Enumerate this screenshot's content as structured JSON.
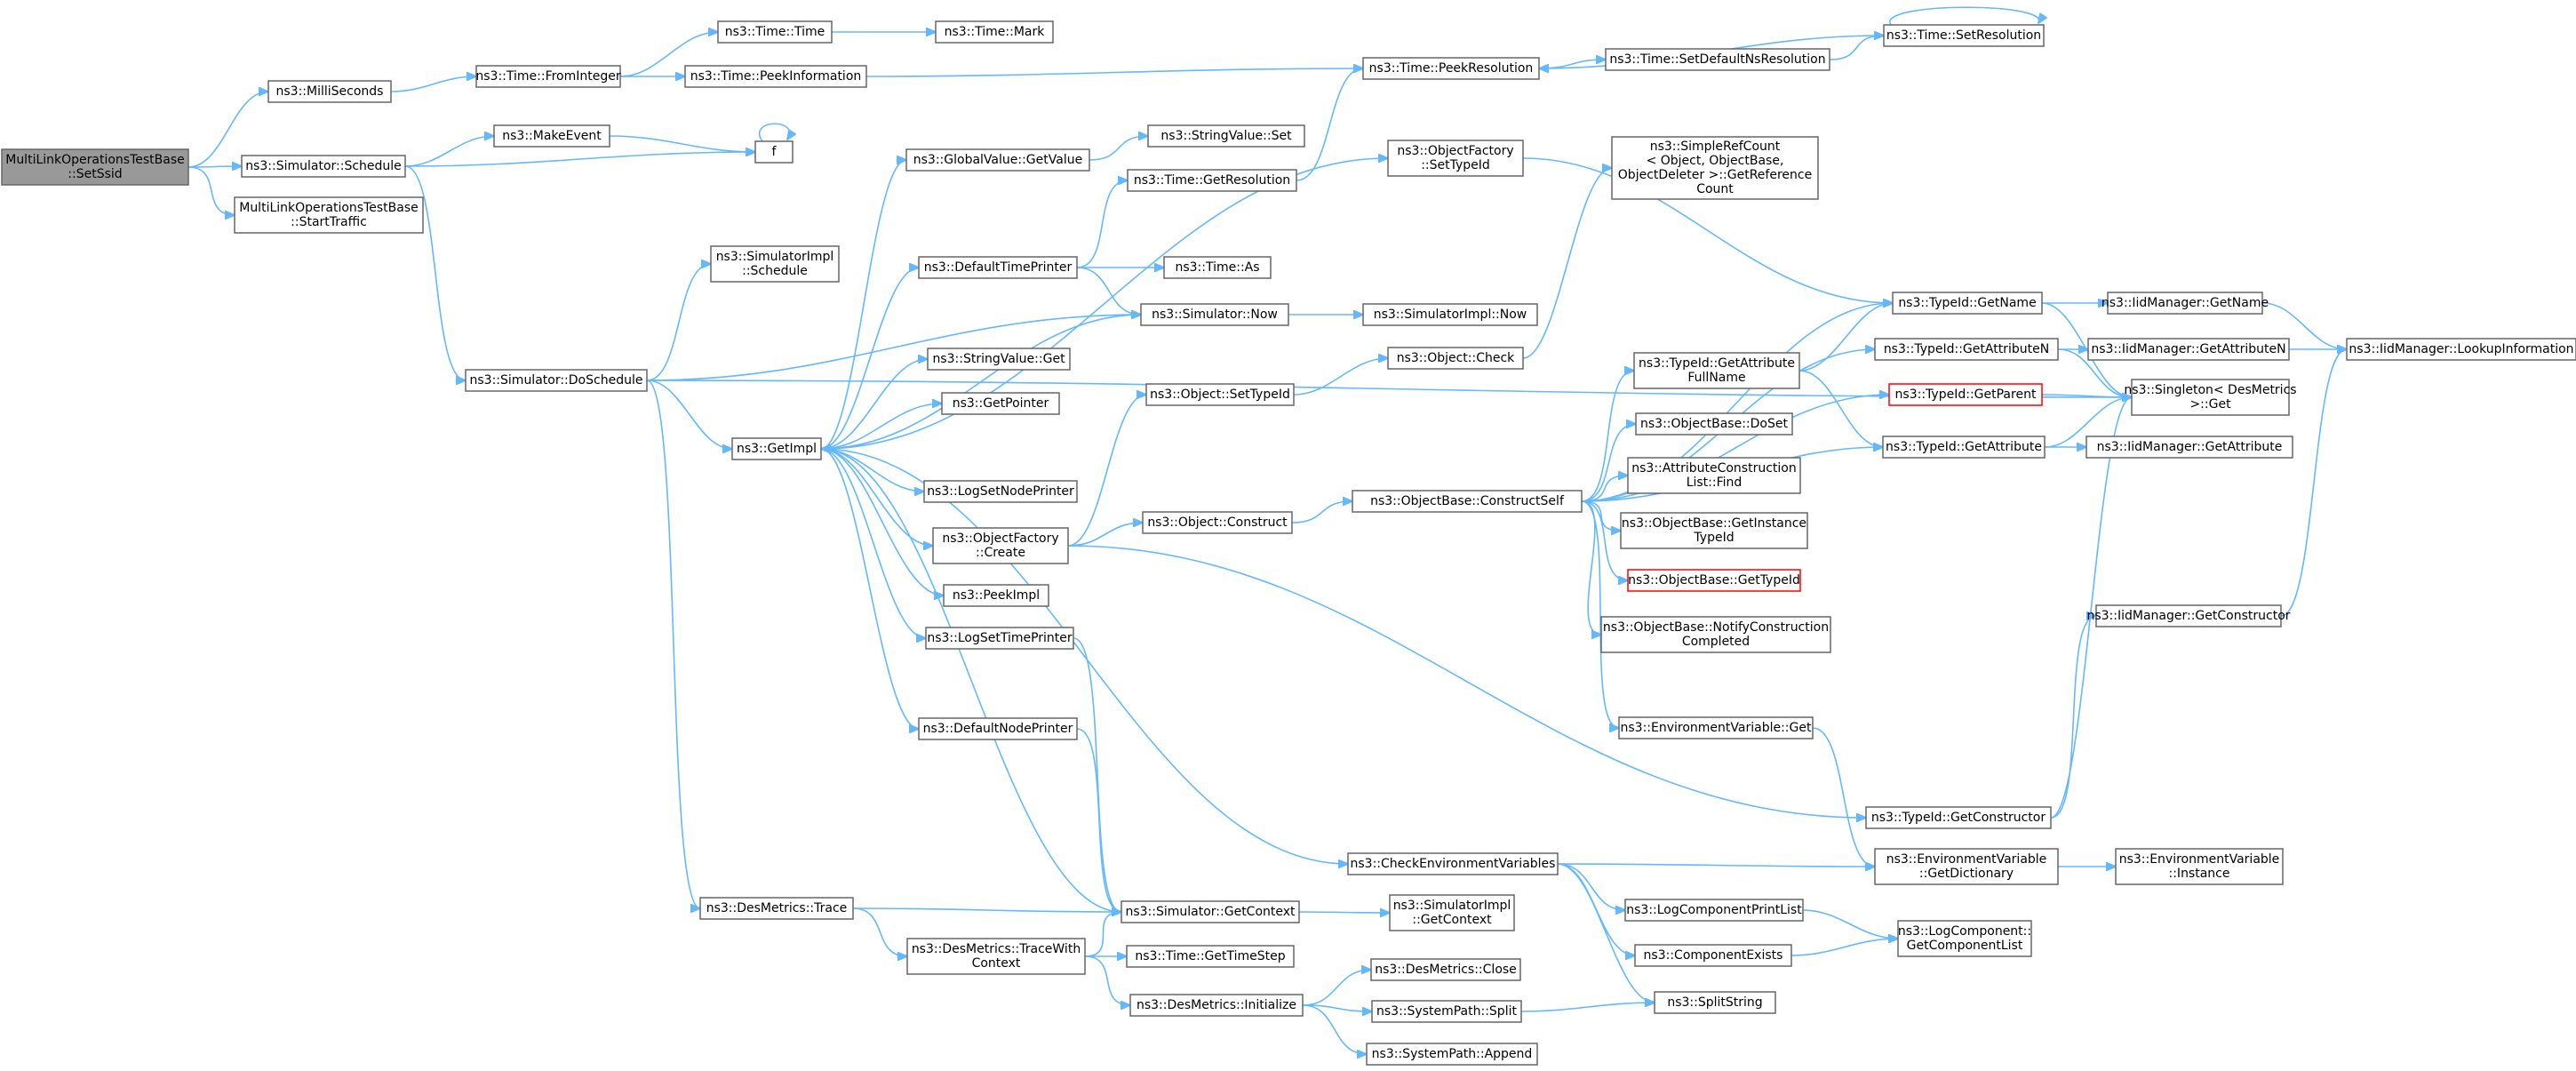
{
  "colors": {
    "edge": "#63b8ff",
    "node_border": "#666666",
    "root_fill": "#999999",
    "highlight_border": "#ff0000"
  },
  "nodes": [
    {
      "id": "setssid",
      "lines": [
        "MultiLinkOperationsTestBase",
        "::SetSsid"
      ],
      "root": true
    },
    {
      "id": "milliseconds",
      "lines": [
        "ns3::MilliSeconds"
      ]
    },
    {
      "id": "schedule",
      "lines": [
        "ns3::Simulator::Schedule"
      ]
    },
    {
      "id": "starttraffic",
      "lines": [
        "MultiLinkOperationsTestBase",
        "::StartTraffic"
      ]
    },
    {
      "id": "frominteger",
      "lines": [
        "ns3::Time::FromInteger"
      ]
    },
    {
      "id": "timetime",
      "lines": [
        "ns3::Time::Time"
      ]
    },
    {
      "id": "timemark",
      "lines": [
        "ns3::Time::Mark"
      ]
    },
    {
      "id": "peekinformation",
      "lines": [
        "ns3::Time::PeekInformation"
      ]
    },
    {
      "id": "peekresolution",
      "lines": [
        "ns3::Time::PeekResolution"
      ]
    },
    {
      "id": "setdefaultns",
      "lines": [
        "ns3::Time::SetDefaultNsResolution"
      ]
    },
    {
      "id": "setresolution",
      "lines": [
        "ns3::Time::SetResolution"
      ]
    },
    {
      "id": "makeevent",
      "lines": [
        "ns3::MakeEvent"
      ]
    },
    {
      "id": "f",
      "lines": [
        "f"
      ]
    },
    {
      "id": "globalvalueget",
      "lines": [
        "ns3::GlobalValue::GetValue"
      ]
    },
    {
      "id": "stringvalueset",
      "lines": [
        "ns3::StringValue::Set"
      ]
    },
    {
      "id": "getresolution",
      "lines": [
        "ns3::Time::GetResolution"
      ]
    },
    {
      "id": "objfactsettypeid",
      "lines": [
        "ns3::ObjectFactory",
        "::SetTypeId"
      ]
    },
    {
      "id": "simrefcount",
      "lines": [
        "ns3::SimpleRefCount",
        "< Object, ObjectBase,",
        "ObjectDeleter >::GetReference",
        "Count"
      ]
    },
    {
      "id": "simimplschedule",
      "lines": [
        "ns3::SimulatorImpl",
        "::Schedule"
      ]
    },
    {
      "id": "defaulttimeprinter",
      "lines": [
        "ns3::DefaultTimePrinter"
      ]
    },
    {
      "id": "timeas",
      "lines": [
        "ns3::Time::As"
      ]
    },
    {
      "id": "simnow",
      "lines": [
        "ns3::Simulator::Now"
      ]
    },
    {
      "id": "simimplnow",
      "lines": [
        "ns3::SimulatorImpl::Now"
      ]
    },
    {
      "id": "typeidgetname",
      "lines": [
        "ns3::TypeId::GetName"
      ]
    },
    {
      "id": "iidgetname",
      "lines": [
        "ns3::IidManager::GetName"
      ]
    },
    {
      "id": "doschedule",
      "lines": [
        "ns3::Simulator::DoSchedule"
      ]
    },
    {
      "id": "stringvalueget",
      "lines": [
        "ns3::StringValue::Get"
      ]
    },
    {
      "id": "objectcheck",
      "lines": [
        "ns3::Object::Check"
      ]
    },
    {
      "id": "getattrfullname",
      "lines": [
        "ns3::TypeId::GetAttribute",
        "FullName"
      ]
    },
    {
      "id": "getattributen",
      "lines": [
        "ns3::TypeId::GetAttributeN"
      ]
    },
    {
      "id": "iidgetattributen",
      "lines": [
        "ns3::IidManager::GetAttributeN"
      ]
    },
    {
      "id": "lookupinfo",
      "lines": [
        "ns3::IidManager::LookupInformation"
      ]
    },
    {
      "id": "getpointer",
      "lines": [
        "ns3::GetPointer"
      ]
    },
    {
      "id": "objectsettypeid",
      "lines": [
        "ns3::Object::SetTypeId"
      ]
    },
    {
      "id": "getparent",
      "lines": [
        "ns3::TypeId::GetParent"
      ],
      "red": true
    },
    {
      "id": "singletonget",
      "lines": [
        "ns3::Singleton< DesMetrics",
        ">::Get"
      ]
    },
    {
      "id": "getimpl",
      "lines": [
        "ns3::GetImpl"
      ]
    },
    {
      "id": "objectbasedoset",
      "lines": [
        "ns3::ObjectBase::DoSet"
      ]
    },
    {
      "id": "typeidgetattribute",
      "lines": [
        "ns3::TypeId::GetAttribute"
      ]
    },
    {
      "id": "iidgetattribute",
      "lines": [
        "ns3::IidManager::GetAttribute"
      ]
    },
    {
      "id": "logsetnodeprinter",
      "lines": [
        "ns3::LogSetNodePrinter"
      ]
    },
    {
      "id": "attrconstfind",
      "lines": [
        "ns3::AttributeConstruction",
        "List::Find"
      ]
    },
    {
      "id": "objfactcreate",
      "lines": [
        "ns3::ObjectFactory",
        "::Create"
      ]
    },
    {
      "id": "objectconstruct",
      "lines": [
        "ns3::Object::Construct"
      ]
    },
    {
      "id": "constructself",
      "lines": [
        "ns3::ObjectBase::ConstructSelf"
      ]
    },
    {
      "id": "getinstancetypeid",
      "lines": [
        "ns3::ObjectBase::GetInstance",
        "TypeId"
      ]
    },
    {
      "id": "peekimpl",
      "lines": [
        "ns3::PeekImpl"
      ]
    },
    {
      "id": "objectbasegettypeid",
      "lines": [
        "ns3::ObjectBase::GetTypeId"
      ],
      "red": true
    },
    {
      "id": "iidgetconstructor",
      "lines": [
        "ns3::IidManager::GetConstructor"
      ]
    },
    {
      "id": "logsettimeprinter",
      "lines": [
        "ns3::LogSetTimePrinter"
      ]
    },
    {
      "id": "notifyconstruction",
      "lines": [
        "ns3::ObjectBase::NotifyConstruction",
        "Completed"
      ]
    },
    {
      "id": "defaultnodeprinter",
      "lines": [
        "ns3::DefaultNodePrinter"
      ]
    },
    {
      "id": "envvarget",
      "lines": [
        "ns3::EnvironmentVariable::Get"
      ]
    },
    {
      "id": "typeidgetconstructor",
      "lines": [
        "ns3::TypeId::GetConstructor"
      ]
    },
    {
      "id": "checkenvvars",
      "lines": [
        "ns3::CheckEnvironmentVariables"
      ]
    },
    {
      "id": "envvargetdict",
      "lines": [
        "ns3::EnvironmentVariable",
        "::GetDictionary"
      ]
    },
    {
      "id": "envvarinstance",
      "lines": [
        "ns3::EnvironmentVariable",
        "::Instance"
      ]
    },
    {
      "id": "desmetricstrace",
      "lines": [
        "ns3::DesMetrics::Trace"
      ]
    },
    {
      "id": "simgetcontext",
      "lines": [
        "ns3::Simulator::GetContext"
      ]
    },
    {
      "id": "simimplgetcontext",
      "lines": [
        "ns3::SimulatorImpl",
        "::GetContext"
      ]
    },
    {
      "id": "logcompprintlist",
      "lines": [
        "ns3::LogComponentPrintList"
      ]
    },
    {
      "id": "logcompgetlist",
      "lines": [
        "ns3::LogComponent::",
        "GetComponentList"
      ]
    },
    {
      "id": "tracewithcontext",
      "lines": [
        "ns3::DesMetrics::TraceWith",
        "Context"
      ]
    },
    {
      "id": "gettimestep",
      "lines": [
        "ns3::Time::GetTimeStep"
      ]
    },
    {
      "id": "componentexists",
      "lines": [
        "ns3::ComponentExists"
      ]
    },
    {
      "id": "desmetricsclose",
      "lines": [
        "ns3::DesMetrics::Close"
      ]
    },
    {
      "id": "desmetricsinit",
      "lines": [
        "ns3::DesMetrics::Initialize"
      ]
    },
    {
      "id": "systempathsplit",
      "lines": [
        "ns3::SystemPath::Split"
      ]
    },
    {
      "id": "splitstring",
      "lines": [
        "ns3::SplitString"
      ]
    },
    {
      "id": "systempathappend",
      "lines": [
        "ns3::SystemPath::Append"
      ]
    }
  ]
}
